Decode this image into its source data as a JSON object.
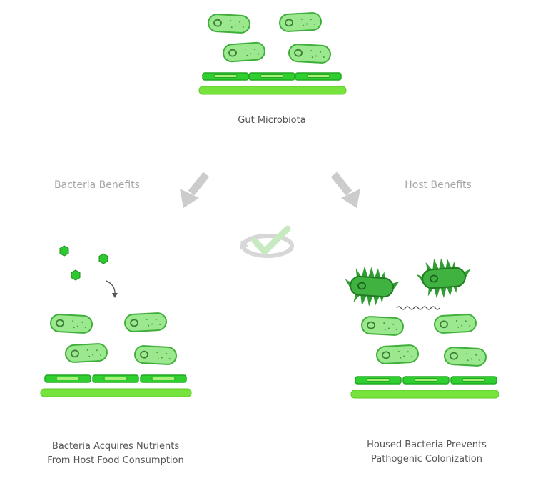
{
  "labels": {
    "top": "Gut Microbiota",
    "left_branch": "Bacteria Benefits",
    "right_branch": "Host Benefits",
    "left_caption_line1": "Bacteria Acquires Nutrients",
    "left_caption_line2": "From Host Food Consumption",
    "right_caption_line1": "Housed Bacteria Prevents",
    "right_caption_line2": "Pathogenic Colonization"
  },
  "colors": {
    "bacteria_fill": "#9be88f",
    "bacteria_stroke": "#3fae3a",
    "epithelium_dark": "#2fcf2f",
    "epithelium_light": "#76e43c",
    "pathogen_fill": "#2f9e32",
    "arrow_grey": "#cccccc",
    "text": "#555555",
    "branch_text": "#a6a6a6"
  },
  "icons": {
    "center": "checkmark-refresh-icon",
    "nutrient": "hexagon-icon",
    "pathogen": "spiky-bacteria-icon"
  }
}
